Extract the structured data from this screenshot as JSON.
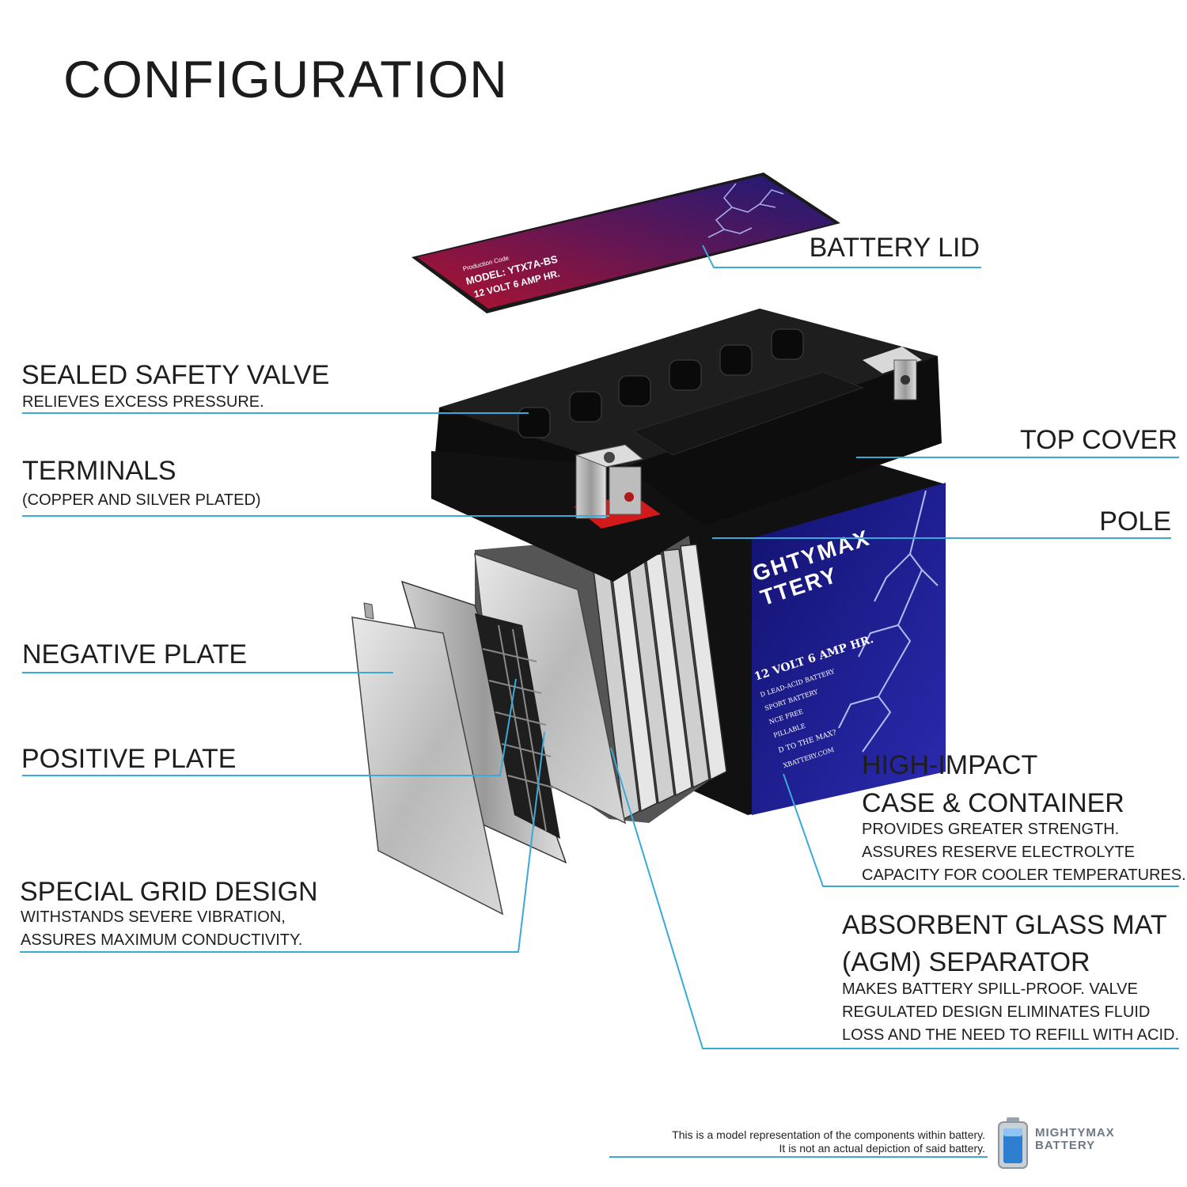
{
  "title": "CONFIGURATION",
  "labels": {
    "battery_lid": "BATTERY LID",
    "sealed_valve": {
      "title": "SEALED SAFETY VALVE",
      "desc": "RELIEVES EXCESS PRESSURE."
    },
    "terminals": {
      "title": "TERMINALS",
      "desc": "(COPPER AND SILVER PLATED)"
    },
    "top_cover": "TOP COVER",
    "pole": "POLE",
    "negative_plate": "NEGATIVE PLATE",
    "positive_plate": "POSITIVE PLATE",
    "case": {
      "title_line1": "HIGH-IMPACT",
      "title_line2": "CASE & CONTAINER",
      "desc_line1": "PROVIDES GREATER STRENGTH.",
      "desc_line2": "ASSURES RESERVE ELECTROLYTE",
      "desc_line3": "CAPACITY FOR COOLER TEMPERATURES."
    },
    "grid": {
      "title": "SPECIAL GRID DESIGN",
      "desc_line1": "WITHSTANDS SEVERE VIBRATION,",
      "desc_line2": "ASSURES MAXIMUM CONDUCTIVITY."
    },
    "agm": {
      "title_line1": "ABSORBENT GLASS MAT",
      "title_line2": "(AGM) SEPARATOR",
      "desc_line1": "MAKES BATTERY SPILL-PROOF. VALVE",
      "desc_line2": "REGULATED DESIGN ELIMINATES FLUID",
      "desc_line3": "LOSS AND THE NEED TO REFILL WITH ACID."
    }
  },
  "lid_sticker": {
    "small": "Production Code",
    "model": "MODEL: YTX7A-BS",
    "spec": "12 VOLT 6 AMP HR."
  },
  "case_sticker": {
    "brand_line1": "GHTYMAX",
    "brand_line2": "TTERY",
    "spec": "12 VOLT 6 AMP HR.",
    "line1": "D LEAD-ACID BATTERY",
    "line2": "SPORT BATTERY",
    "line3": "NCE FREE",
    "line4": "PILLABLE",
    "line5": "D TO THE MAX?",
    "line6": "XBATTERY.COM"
  },
  "disclaimer": {
    "line1": "This is a model representation of the components within battery.",
    "line2": "It is not an actual depiction of said battery."
  },
  "logo": {
    "line1": "MIGHTYMAX",
    "line2": "BATTERY"
  },
  "colors": {
    "leader_line": "#3aa9d8",
    "lid_red": "#b0122e",
    "lid_blue": "#1c1a78",
    "case_blue": "#1a1a8c",
    "cover_black": "#141414"
  }
}
